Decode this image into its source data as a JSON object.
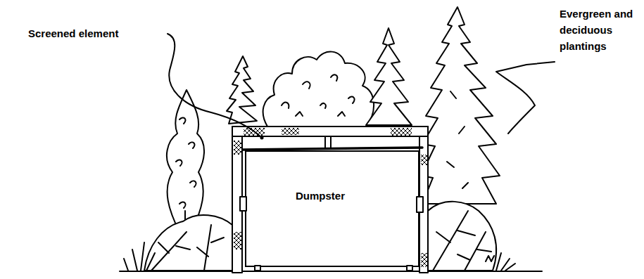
{
  "diagram": {
    "nodes": [
      {
        "text": [
          "Dumpster"
        ]
      }
    ],
    "labels": [
      "Screened element",
      "Evergreen and deciduous plantings"
    ]
  }
}
